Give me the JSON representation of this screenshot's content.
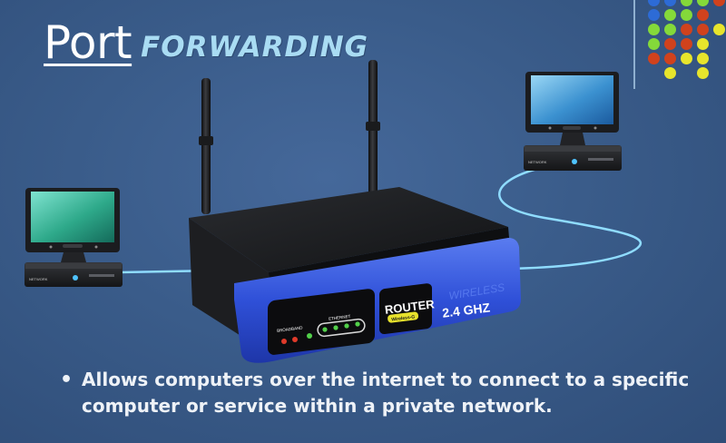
{
  "slide": {
    "title_main": "Port",
    "title_sub": "FORWARDING",
    "bullet_symbol": "•",
    "bullet_text": "Allows computers over the internet to connect to a specific computer or service within a private network."
  },
  "router": {
    "brand_label": "ROUTER",
    "badge_label": "Wireless-G",
    "frequency_label": "2.4 GHZ",
    "wireless_label": "WIRELESS",
    "broadband_label": "BROADBAND",
    "ethernet_label": "ETHERNET"
  },
  "computers": {
    "left_brand": "NETWORK",
    "right_brand": "NETWORK"
  },
  "colors": {
    "background": "#3a5a86",
    "cable": "#8fdcff",
    "router_front": "#2f50d8",
    "dot_palette": [
      "#2d6bd6",
      "#84d93a",
      "#d0421d",
      "#e7e52c"
    ]
  }
}
